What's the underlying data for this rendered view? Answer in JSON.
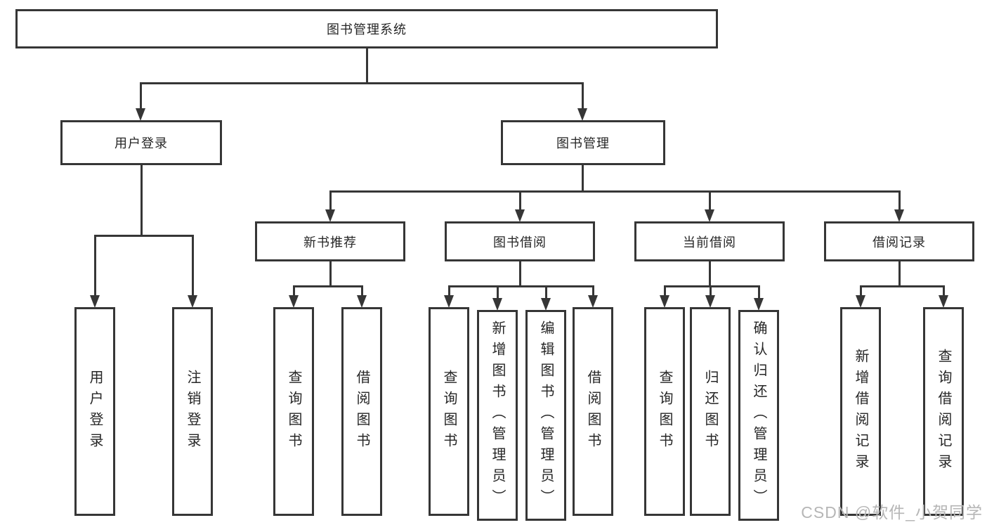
{
  "diagram": {
    "root": "图书管理系统",
    "branches": [
      {
        "label": "用户登录",
        "children": [
          "用户登录",
          "注销登录"
        ]
      },
      {
        "label": "图书管理",
        "sub": [
          {
            "label": "新书推荐",
            "children": [
              "查询图书",
              "借阅图书"
            ]
          },
          {
            "label": "图书借阅",
            "children": [
              "查询图书",
              "新增图书（管理员）",
              "编辑图书（管理员）",
              "借阅图书"
            ]
          },
          {
            "label": "当前借阅",
            "children": [
              "查询图书",
              "归还图书",
              "确认归还（管理员）"
            ]
          },
          {
            "label": "借阅记录",
            "children": [
              "新增借阅记录",
              "查询借阅记录"
            ]
          }
        ]
      }
    ]
  },
  "watermark": {
    "text": "CSDN @软件_小贺同学"
  },
  "colors": {
    "line": "#363636",
    "text": "#262626",
    "background": "#ffffff",
    "watermark": "#b6b6b6"
  }
}
